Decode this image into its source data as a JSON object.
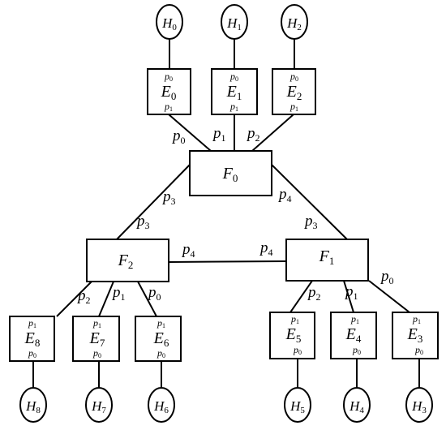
{
  "nodes": {
    "H0": {
      "main": "H",
      "sub": "0"
    },
    "H1": {
      "main": "H",
      "sub": "1"
    },
    "H2": {
      "main": "H",
      "sub": "2"
    },
    "H3": {
      "main": "H",
      "sub": "3"
    },
    "H4": {
      "main": "H",
      "sub": "4"
    },
    "H5": {
      "main": "H",
      "sub": "5"
    },
    "H6": {
      "main": "H",
      "sub": "6"
    },
    "H7": {
      "main": "H",
      "sub": "7"
    },
    "H8": {
      "main": "H",
      "sub": "8"
    },
    "E0": {
      "main": "E",
      "sub": "0",
      "port_top": "p",
      "port_top_sub": "0",
      "port_bottom": "p",
      "port_bottom_sub": "1"
    },
    "E1": {
      "main": "E",
      "sub": "1",
      "port_top": "p",
      "port_top_sub": "0",
      "port_bottom": "p",
      "port_bottom_sub": "1"
    },
    "E2": {
      "main": "E",
      "sub": "2",
      "port_top": "p",
      "port_top_sub": "0",
      "port_bottom": "p",
      "port_bottom_sub": "1"
    },
    "E3": {
      "main": "E",
      "sub": "3",
      "port_top": "p",
      "port_top_sub": "1",
      "port_bottom": "p",
      "port_bottom_sub": "0"
    },
    "E4": {
      "main": "E",
      "sub": "4",
      "port_top": "p",
      "port_top_sub": "1",
      "port_bottom": "p",
      "port_bottom_sub": "0"
    },
    "E5": {
      "main": "E",
      "sub": "5",
      "port_top": "p",
      "port_top_sub": "1",
      "port_bottom": "p",
      "port_bottom_sub": "0"
    },
    "E6": {
      "main": "E",
      "sub": "6",
      "port_top": "p",
      "port_top_sub": "1",
      "port_bottom": "p",
      "port_bottom_sub": "0"
    },
    "E7": {
      "main": "E",
      "sub": "7",
      "port_top": "p",
      "port_top_sub": "1",
      "port_bottom": "p",
      "port_bottom_sub": "0"
    },
    "E8": {
      "main": "E",
      "sub": "8",
      "port_top": "p",
      "port_top_sub": "1",
      "port_bottom": "p",
      "port_bottom_sub": "0"
    },
    "F0": {
      "main": "F",
      "sub": "0"
    },
    "F1": {
      "main": "F",
      "sub": "1"
    },
    "F2": {
      "main": "F",
      "sub": "2"
    }
  },
  "port_labels": {
    "F0_E0": {
      "main": "p",
      "sub": "0"
    },
    "F0_E1": {
      "main": "p",
      "sub": "1"
    },
    "F0_E2": {
      "main": "p",
      "sub": "2"
    },
    "F0_F2_near_F0": {
      "main": "p",
      "sub": "3"
    },
    "F0_F2_near_F2": {
      "main": "p",
      "sub": "3"
    },
    "F0_F1_near_F0": {
      "main": "p",
      "sub": "4"
    },
    "F0_F1_near_F1": {
      "main": "p",
      "sub": "3"
    },
    "F2_F1_near_F2": {
      "main": "p",
      "sub": "4"
    },
    "F2_F1_near_F1": {
      "main": "p",
      "sub": "4"
    },
    "F2_E8": {
      "main": "p",
      "sub": "2"
    },
    "F2_E7": {
      "main": "p",
      "sub": "1"
    },
    "F2_E6": {
      "main": "p",
      "sub": "0"
    },
    "F1_E5": {
      "main": "p",
      "sub": "2"
    },
    "F1_E4": {
      "main": "p",
      "sub": "1"
    },
    "F1_E3": {
      "main": "p",
      "sub": "0"
    }
  }
}
